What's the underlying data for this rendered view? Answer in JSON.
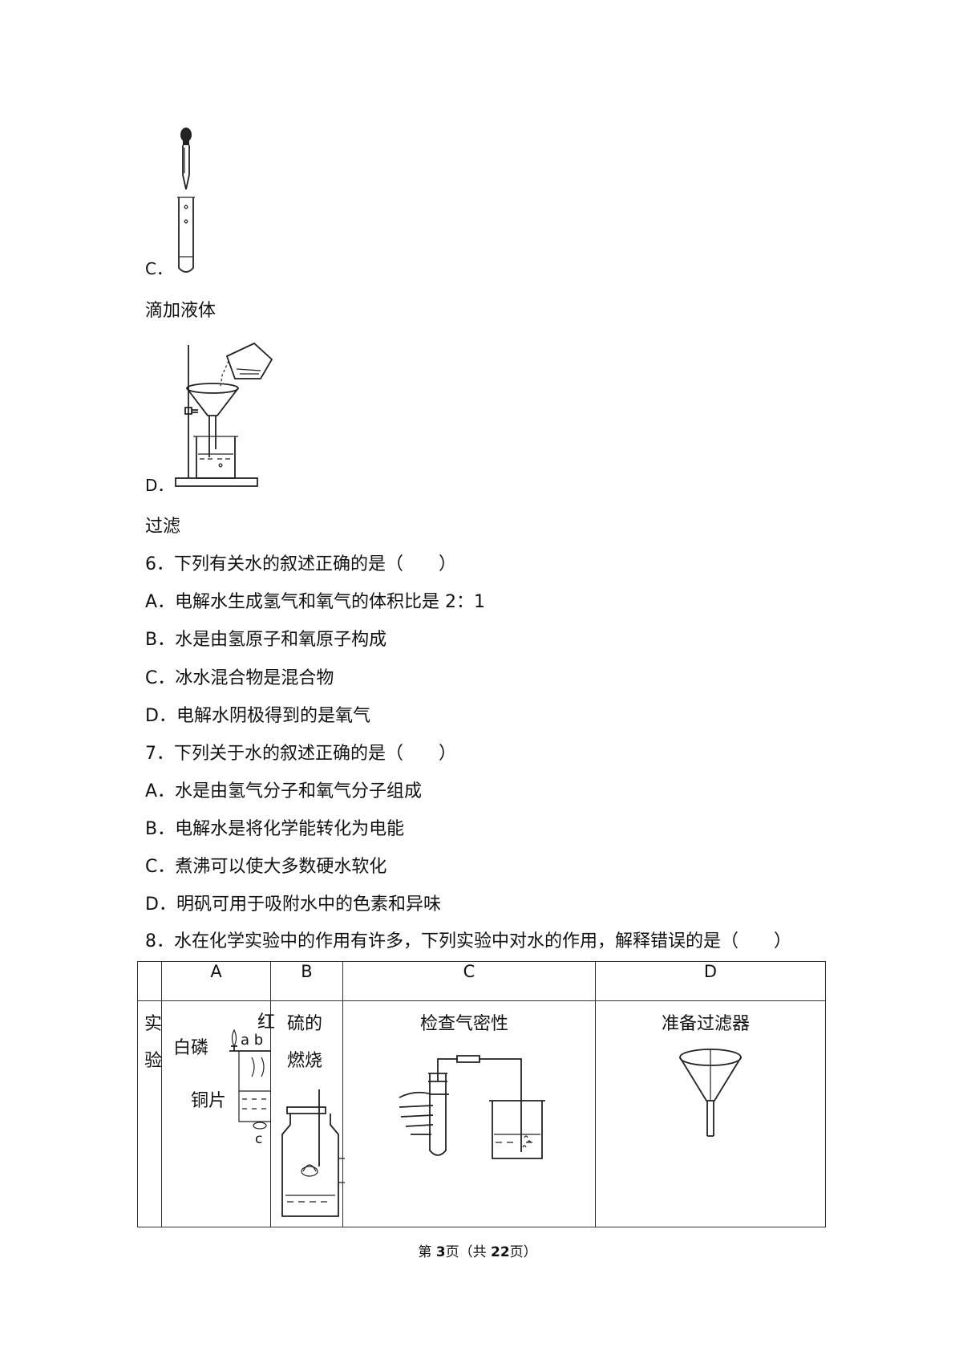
{
  "q5_tail": {
    "option_c_label": "C．",
    "option_c_caption": "滴加液体",
    "option_d_label": "D．",
    "option_d_caption": "过滤"
  },
  "q6": {
    "stem": "6．下列有关水的叙述正确的是（　　）",
    "options": [
      "A．电解水生成氢气和氧气的体积比是 2：1",
      "B．水是由氢原子和氧原子构成",
      "C．冰水混合物是混合物",
      "D．电解水阴极得到的是氧气"
    ]
  },
  "q7": {
    "stem": "7．下列关于水的叙述正确的是（　　）",
    "options": [
      "A．水是由氢气分子和氧气分子组成",
      "B．电解水是将化学能转化为电能",
      "C．煮沸可以使大多数硬水软化",
      "D．明矾可用于吸附水中的色素和异味"
    ]
  },
  "q8": {
    "stem": "8．水在化学实验中的作用有许多，下列实验中对水的作用，解释错误的是（　　）",
    "headers": [
      "",
      "A",
      "B",
      "C",
      "D"
    ],
    "row_label": [
      "实",
      "验"
    ],
    "cell_a": {
      "label_hong": "红",
      "label_bailin": "白磷",
      "label_ab": "a b",
      "label_tongpian": "铜片",
      "label_c": "c"
    },
    "cell_b": {
      "line1": "硫的",
      "line2": "燃烧"
    },
    "cell_c": {
      "caption": "检查气密性"
    },
    "cell_d": {
      "caption": "准备过滤器"
    }
  },
  "footer": {
    "prefix": "第 ",
    "page": "3",
    "middle": "页（共 ",
    "total": "22",
    "suffix": "页）"
  }
}
